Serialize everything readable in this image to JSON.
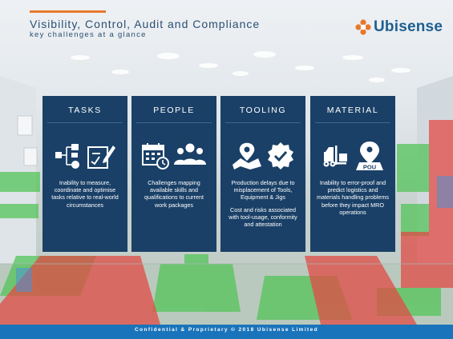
{
  "header": {
    "title": "Visibility, Control, Audit and Compliance",
    "subtitle": "key challenges at a glance"
  },
  "logo": {
    "text": "Ubisense",
    "mark_color": "#e8782a",
    "text_color": "#1e5f91"
  },
  "cards": [
    {
      "title": "TASKS",
      "icons": [
        "workflow-icon",
        "clipboard-edit-icon"
      ],
      "text": [
        "Inability to measure, coordinate and optimise tasks relative to real-world circumstances"
      ]
    },
    {
      "title": "PEOPLE",
      "icons": [
        "calendar-icon",
        "people-group-icon"
      ],
      "text": [
        "Challenges mapping available skills and qualifications to current work packages"
      ]
    },
    {
      "title": "TOOLING",
      "icons": [
        "map-pin-icon",
        "check-badge-icon"
      ],
      "text": [
        "Production delays due to misplacement of Tools, Equipment & Jigs",
        "Cost and risks associated with tool-usage, conformity and attestation"
      ]
    },
    {
      "title": "MATERIAL",
      "icons": [
        "forklift-icon",
        "pou-pin-icon"
      ],
      "pou_label": "POU",
      "text": [
        "Inability to error-proof and predict logistics and materials handling problems before they impact MRO operations"
      ]
    }
  ],
  "footer": {
    "text": "Confidential & Proprietary © 2018 Ubisense Limited"
  },
  "colors": {
    "card_bg": "#1a4067",
    "accent": "#e8782a",
    "footer_bg": "#1a74bb",
    "title_color": "#2a4f73"
  }
}
